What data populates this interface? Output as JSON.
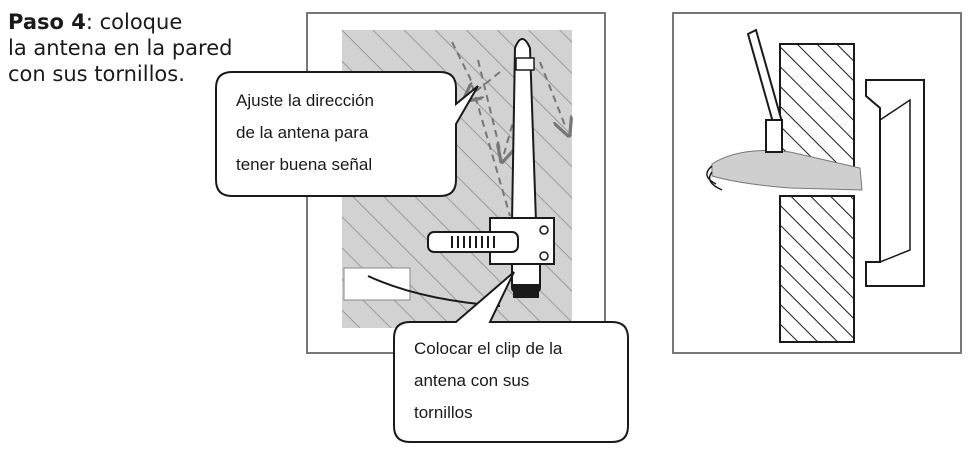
{
  "instruction": {
    "step_label": "Paso 4",
    "line1_rest": ": coloque",
    "line2": "la antena en la pared",
    "line3": "con sus tornillos."
  },
  "callout_top": {
    "line1": "Ajuste  la  dirección",
    "line2": "de  la  antena  para",
    "line3": "tener buena señal"
  },
  "callout_bottom": {
    "line1": "Colocar el clip de la",
    "line2": "antena        con        sus",
    "line3": "tornillos"
  },
  "colors": {
    "hatch": "#9a9a9a",
    "wall_fill": "#d2d2d2",
    "line": "#1a1a1a",
    "arrow": "#777777"
  }
}
